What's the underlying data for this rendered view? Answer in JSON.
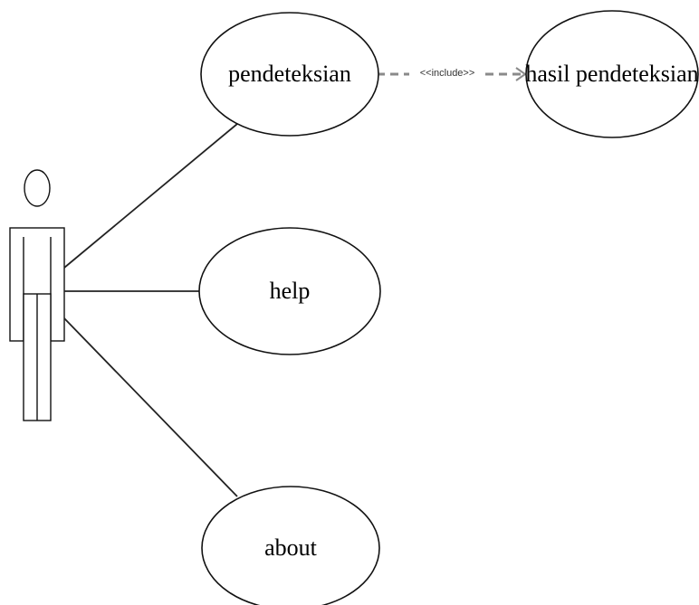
{
  "diagram": {
    "use_cases": {
      "pendeteksian": "pendeteksian",
      "hasil_pendeteksian": "hasil pendeteksian",
      "help": "help",
      "about": "about"
    },
    "include_label": "<<include>>"
  },
  "colors": {
    "stroke": "#111111",
    "include_line": "#8a8a8a",
    "background": "#ffffff"
  }
}
